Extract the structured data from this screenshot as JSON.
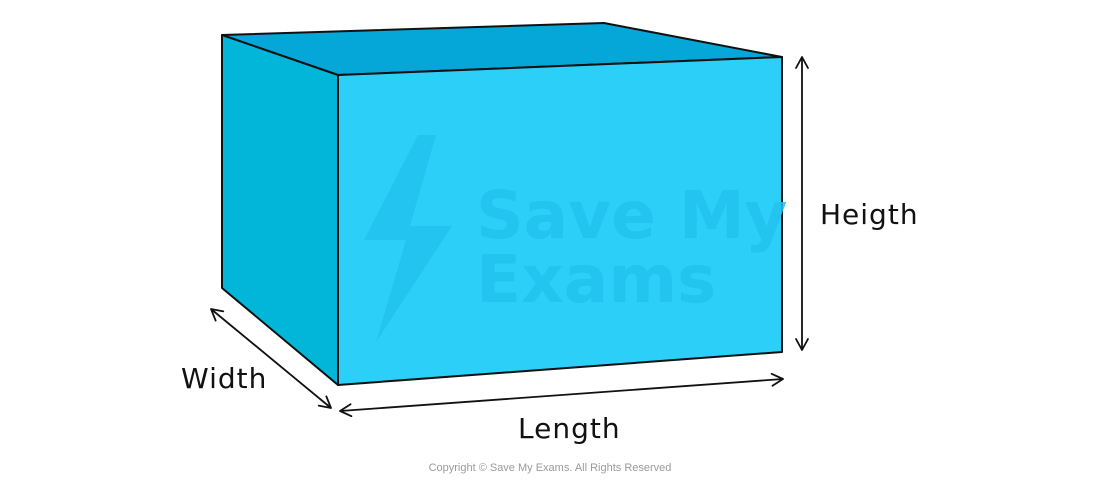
{
  "diagram": {
    "labels": {
      "width": "Width",
      "length": "Length",
      "height": "Heigth"
    },
    "watermark": {
      "line1": "Save My",
      "line2": "Exams"
    },
    "copyright": "Copyright © Save My Exams. All Rights Reserved"
  },
  "colors": {
    "front_face": "#2bcff7",
    "side_face": "#02b6d9",
    "top_face": "#04a7d8",
    "watermark": "#22c3ee",
    "edge": "#111111"
  }
}
